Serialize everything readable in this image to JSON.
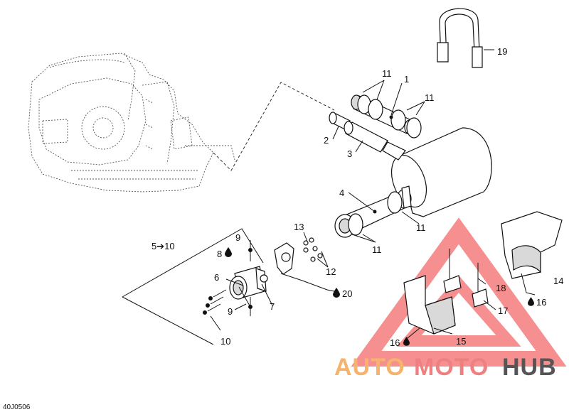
{
  "diagram_code": "40J0506",
  "watermark": {
    "part1": "AUTO",
    "part2": "MOTO",
    "part3": "HUB",
    "color1": "#f5b36b",
    "color2": "#f08080",
    "color3": "#555555",
    "triangle_color": "#f36b6b"
  },
  "callouts": {
    "c1": "1",
    "c2": "2",
    "c3": "3",
    "c4": "4",
    "c5_10": "5➔10",
    "c6": "6",
    "c7": "7",
    "c8": "8",
    "c9a": "9",
    "c9b": "9",
    "c10": "10",
    "c11a": "11",
    "c11b": "11",
    "c11c": "11",
    "c11d": "11",
    "c12": "12",
    "c13": "13",
    "c14": "14",
    "c15": "15",
    "c16a": "16",
    "c16b": "16",
    "c17": "17",
    "c18": "18",
    "c19": "19",
    "c20": "20"
  },
  "icons": {
    "lubricant": "droplet-icon"
  }
}
